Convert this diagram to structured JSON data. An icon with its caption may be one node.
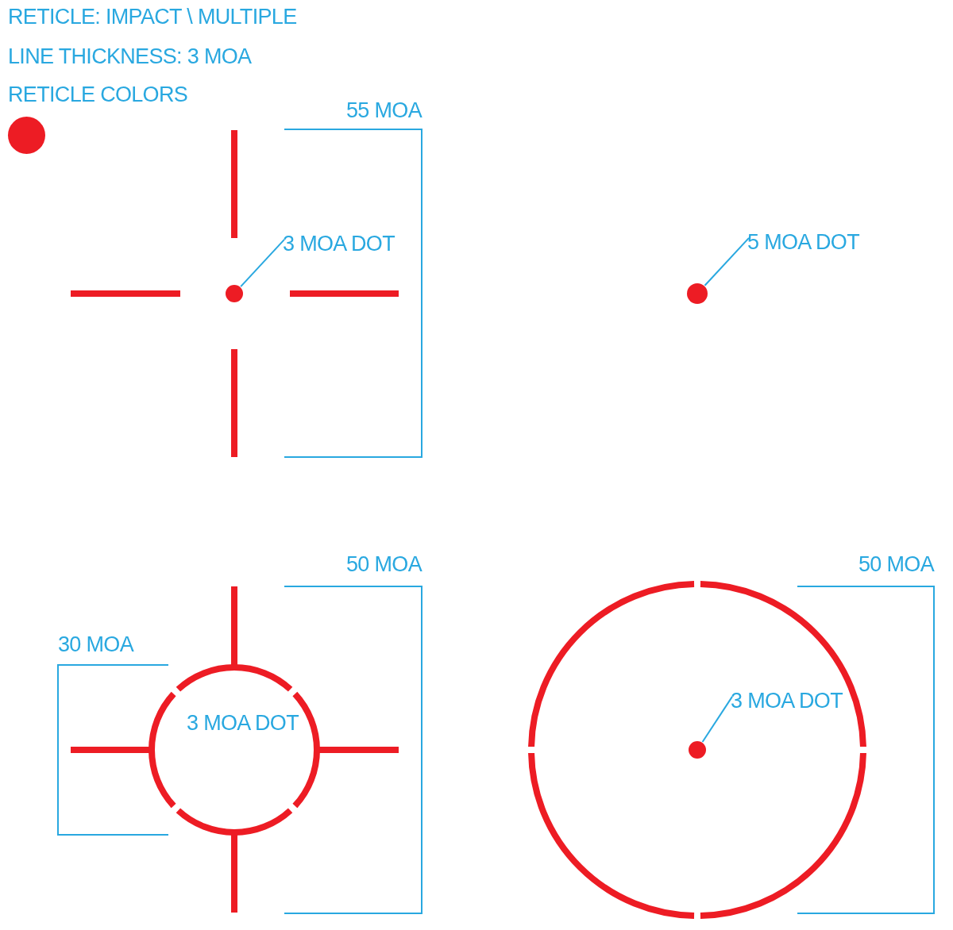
{
  "diagram": {
    "nodes": [
      {
        "text": [
          "3 MOA DOT"
        ]
      },
      {
        "text": [],
        "shape": "circle"
      },
      {
        "text": [
          "5 MOA DOT"
        ]
      },
      {
        "text": [],
        "shape": "circle"
      },
      {
        "text": [
          "3 MOA DOT"
        ]
      },
      {
        "text": [],
        "shape": "circle"
      }
    ],
    "edges": [
      {
        "from": 0,
        "to": 1,
        "arrow": "none"
      },
      {
        "from": 2,
        "to": 3,
        "arrow": "none"
      },
      {
        "from": 4,
        "to": 5,
        "arrow": "none"
      }
    ],
    "labels": [
      "RETICLE: IMPACT \\ MULTIPLE",
      "LINE THICKNESS: 3 MOA",
      "RETICLE COLORS",
      "55 MOA",
      "50 MOA",
      "50 MOA",
      "30 MOA",
      "3 MOA DOT"
    ]
  }
}
